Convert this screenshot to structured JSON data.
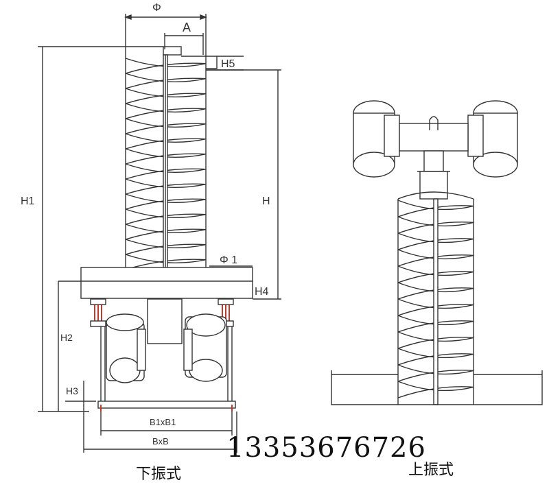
{
  "left_view": {
    "caption": "下振式",
    "labels": {
      "phi": "Φ",
      "a": "A",
      "h5": "H5",
      "h1": "H1",
      "h": "H",
      "phi1": "Φ 1",
      "h4": "H4",
      "h2": "H2",
      "h3": "H3",
      "b1xb1": "B1xB1",
      "bxb": "BxB"
    }
  },
  "right_view": {
    "caption": "上振式"
  },
  "phone": "13353676726",
  "colors": {
    "line": "#333333",
    "spring": "#c0392b",
    "fill": "#ffffff"
  }
}
